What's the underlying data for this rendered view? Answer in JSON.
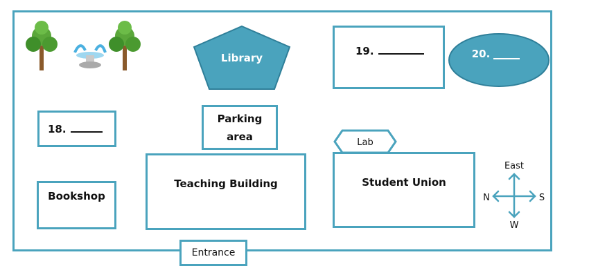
{
  "map": {
    "labels": {
      "library": "Library",
      "q19": "19.",
      "q20": "20.",
      "q18": "18.",
      "parking_line1": "Parking",
      "parking_line2": "area",
      "lab": "Lab",
      "bookshop": "Bookshop",
      "teaching": "Teaching Building",
      "student_union": "Student Union",
      "entrance": "Entrance"
    },
    "compass": {
      "top": "East",
      "left": "N",
      "right": "S",
      "bottom": "W"
    },
    "icons": [
      "tree-icon",
      "fountain-icon",
      "tree-icon"
    ],
    "colors": {
      "accent": "#4aa3bd",
      "shape_fill": "#4aa3bd",
      "text": "#111111"
    }
  }
}
